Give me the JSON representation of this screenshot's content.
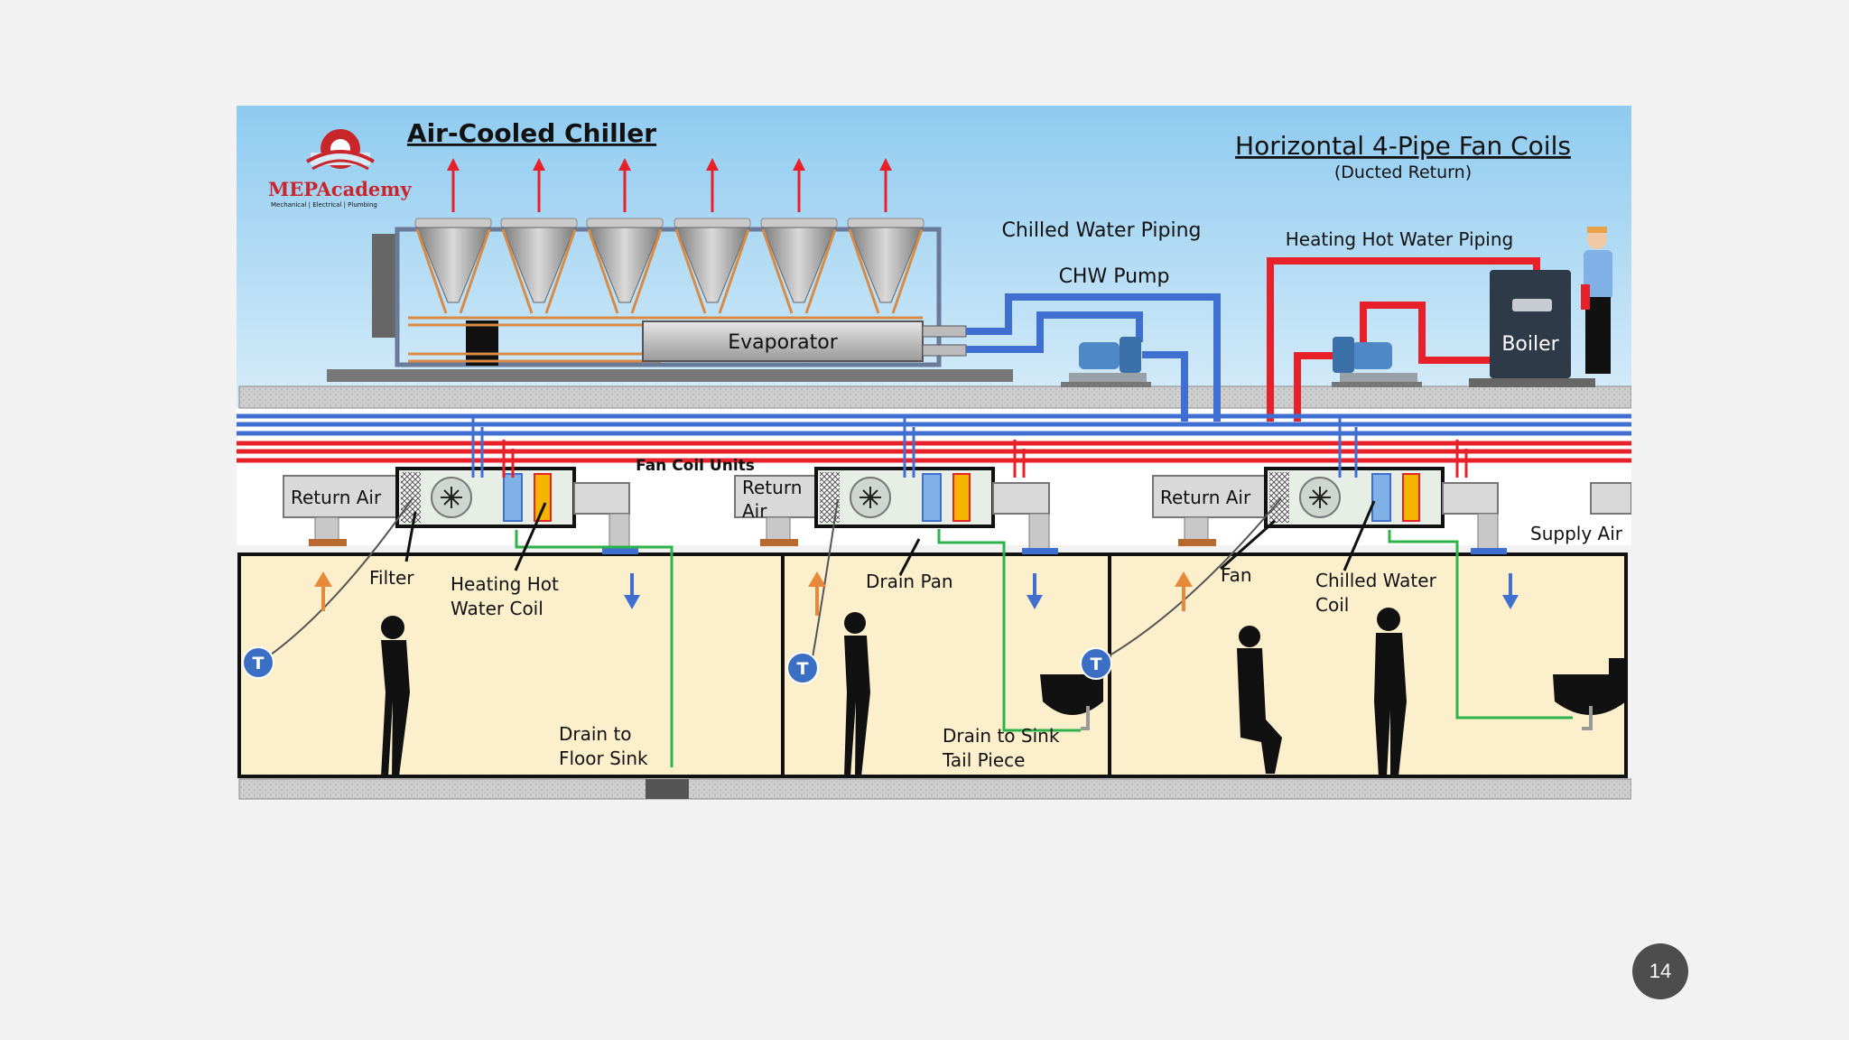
{
  "logo": {
    "brand": "MEPAcademy",
    "tagline": "Mechanical | Electrical | Plumbing"
  },
  "titles": {
    "chiller": "Air-Cooled Chiller",
    "fan_coils": "Horizontal 4-Pipe Fan Coils",
    "fan_coils_sub": "(Ducted Return)"
  },
  "labels": {
    "chilled_water_piping": "Chilled Water Piping",
    "chw_pump": "CHW Pump",
    "heating_hot_water_piping": "Heating Hot Water Piping",
    "boiler": "Boiler",
    "evaporator": "Evaporator",
    "fan_coil_units": "Fan Coil Units",
    "return_air_1": "Return Air",
    "return_air_2_line1": "Return",
    "return_air_2_line2": "Air",
    "return_air_3": "Return Air",
    "supply_air": "Supply Air",
    "filter": "Filter",
    "heating_coil_line1": "Heating Hot",
    "heating_coil_line2": "Water Coil",
    "drain_pan": "Drain Pan",
    "fan": "Fan",
    "chilled_coil_line1": "Chilled Water",
    "chilled_coil_line2": "Coil",
    "drain_floor_line1": "Drain to",
    "drain_floor_line2": "Floor Sink",
    "drain_sink_line1": "Drain to Sink",
    "drain_sink_line2": "Tail Piece",
    "thermostat": "T"
  },
  "colors": {
    "chilled_water": "#3f6fd1",
    "hot_water": "#e8202a",
    "drain": "#2db34a",
    "sky": "#9fd3f2",
    "room": "#fcf0cc",
    "thermostat": "#3a6fc4",
    "badge": "#4d4d4d"
  },
  "page_number": "14"
}
